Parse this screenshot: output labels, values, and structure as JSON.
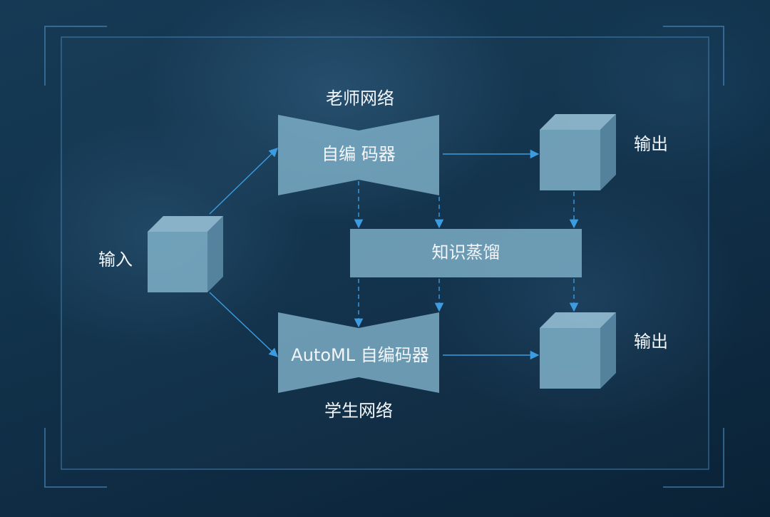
{
  "teacher": {
    "title": "老师网络",
    "encoder_label": "自编 码器"
  },
  "student": {
    "title": "学生网络",
    "encoder_label": "AutoML 自编码器"
  },
  "distillation": {
    "label": "知识蒸馏"
  },
  "input": {
    "label": "输入"
  },
  "outputs": [
    {
      "label": "输出"
    },
    {
      "label": "输出"
    }
  ],
  "colors": {
    "arrow": "#3d9be0",
    "frame_line": "#4a89bd",
    "shape_fill": "#7fb1c9",
    "shape_side": "#6a9ab3",
    "text": "#f2f6fa"
  }
}
